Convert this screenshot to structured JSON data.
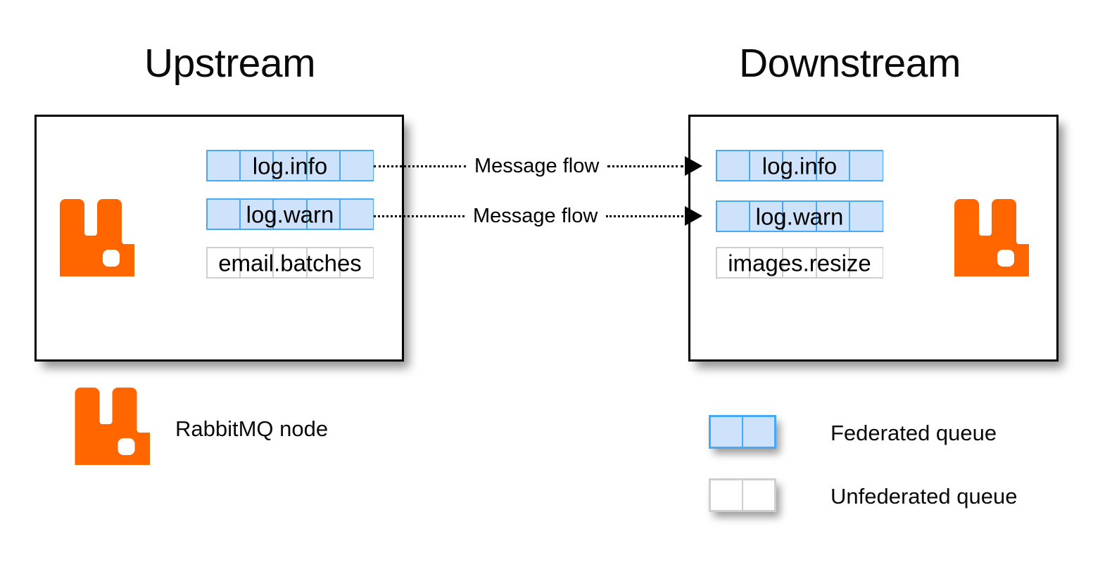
{
  "diagram": {
    "title_upstream": "Upstream",
    "title_downstream": "Downstream"
  },
  "upstream": {
    "logo_name": "rabbitmq-logo",
    "queues": [
      {
        "name": "log.info",
        "federated": true,
        "cells": 5
      },
      {
        "name": "log.warn",
        "federated": true,
        "cells": 5
      },
      {
        "name": "email.batches",
        "federated": false,
        "cells": 5
      }
    ]
  },
  "downstream": {
    "logo_name": "rabbitmq-logo",
    "queues": [
      {
        "name": "log.info",
        "federated": true,
        "cells": 5
      },
      {
        "name": "log.warn",
        "federated": true,
        "cells": 5
      },
      {
        "name": "images.resize",
        "federated": false,
        "cells": 5
      }
    ]
  },
  "flows": [
    {
      "label": "Message flow",
      "from": "log.info",
      "to": "log.info",
      "direction": "right"
    },
    {
      "label": "Message flow",
      "from": "log.warn",
      "to": "log.warn",
      "direction": "right"
    }
  ],
  "legend": {
    "items": [
      {
        "label": "RabbitMQ node",
        "swatch": "rabbitmq-logo"
      },
      {
        "label": "Federated queue",
        "swatch": "federated-queue"
      },
      {
        "label": "Unfederated queue",
        "swatch": "unfederated-queue"
      }
    ]
  },
  "colors": {
    "rabbit_orange": "#FF6600",
    "federated_fill": "#cfe2fb",
    "federated_border": "#45a9f5",
    "unfederated_fill": "#ffffff",
    "unfederated_border": "#cfcfcf",
    "box_border": "#000000",
    "text": "#000000"
  }
}
